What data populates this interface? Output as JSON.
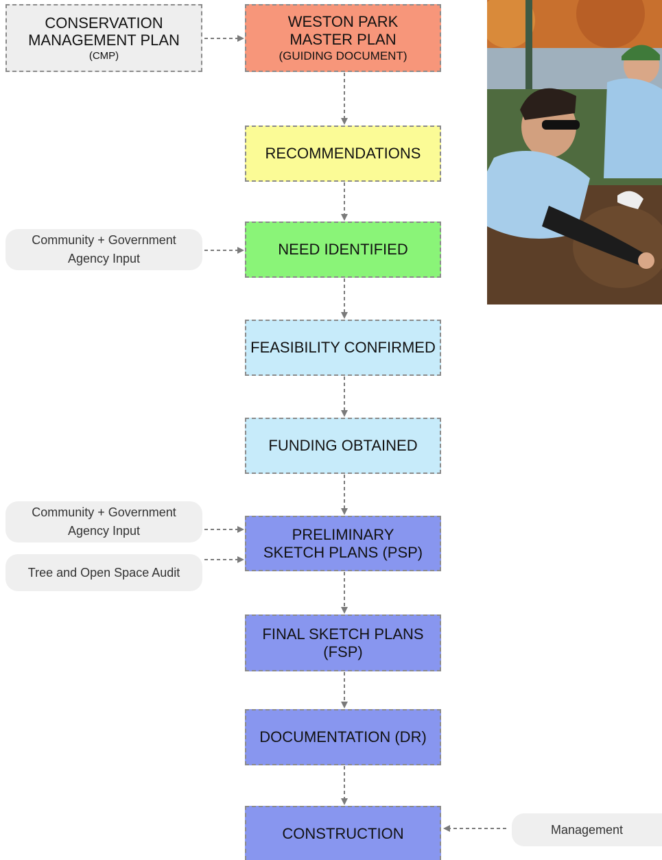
{
  "colors": {
    "cmp": "#eeeeee",
    "master": "#f7967a",
    "recommendations": "#fbfb96",
    "need": "#8af478",
    "feasibility": "#c7ebfa",
    "blue": "#8896ef",
    "pill": "#efefef",
    "arrow": "#7a7a7a"
  },
  "cmp": {
    "line1": "CONSERVATION",
    "line2": "MANAGEMENT PLAN",
    "line3": "(CMP)"
  },
  "steps": {
    "master": {
      "line1": "WESTON PARK",
      "line2": "MASTER PLAN",
      "line3": "(GUIDING DOCUMENT)"
    },
    "recommendations": "RECOMMENDATIONS",
    "need": "NEED IDENTIFIED",
    "feasibility": "FEASIBILITY CONFIRMED",
    "funding": "FUNDING OBTAINED",
    "psp": {
      "line1": "PRELIMINARY",
      "line2": "SKETCH PLANS (PSP)"
    },
    "fsp": {
      "line1": "FINAL SKETCH PLANS",
      "line2": "(FSP)"
    },
    "documentation": "DOCUMENTATION (DR)",
    "construction": "CONSTRUCTION"
  },
  "inputs": {
    "community1": {
      "line1": "Community + Government",
      "line2": "Agency Input"
    },
    "community2": {
      "line1": "Community + Government",
      "line2": "Agency Input"
    },
    "audit": "Tree and Open Space Audit",
    "management": "Management"
  },
  "photo": {
    "subject": "volunteers-planting-photo"
  }
}
